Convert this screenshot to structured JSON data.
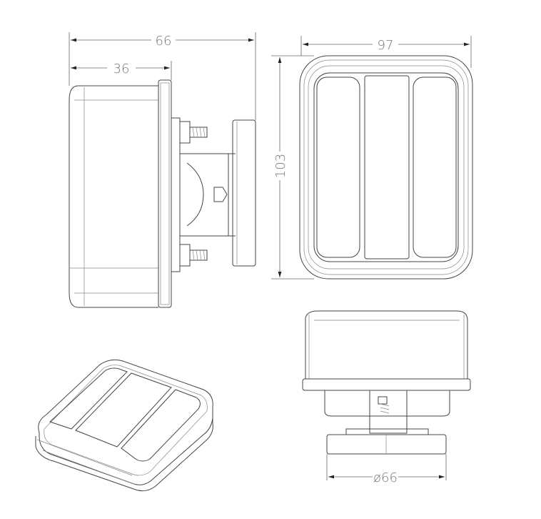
{
  "dimensions": {
    "side_total_width": "66",
    "side_body_width": "36",
    "front_width": "97",
    "front_height": "103",
    "base_diameter": "ø66"
  },
  "colors": {
    "line": "#444444",
    "dimension": "#777777"
  }
}
